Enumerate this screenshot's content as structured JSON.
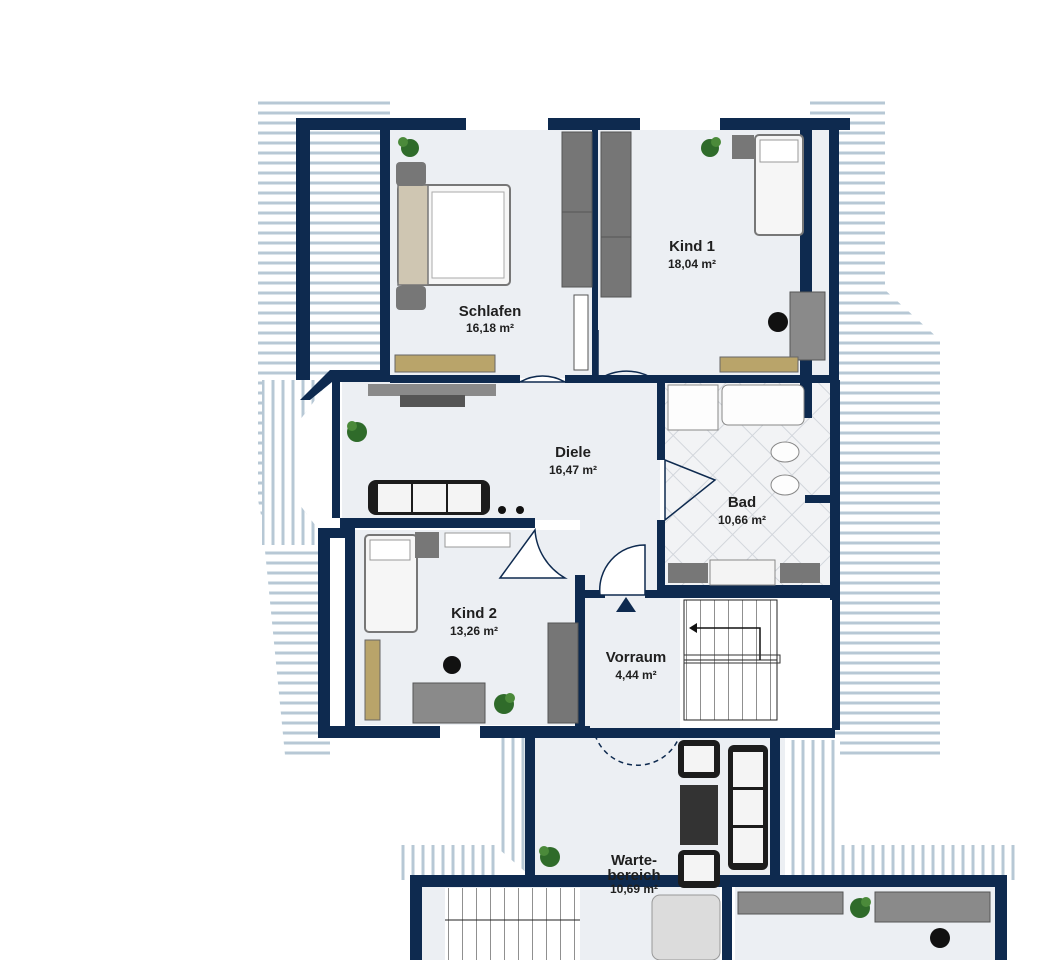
{
  "colors": {
    "wall": "#0e2a4f",
    "floor": "#eceff3",
    "roof_line": "#b9c9d6",
    "furniture": "#6f6f6f",
    "furniture_light": "#f4f4f4",
    "plant": "#2f6b2a",
    "tile": "#d9dde2"
  },
  "rooms": {
    "schlafen": {
      "name": "Schlafen",
      "area": "16,18 m²"
    },
    "kind1": {
      "name": "Kind 1",
      "area": "18,04 m²"
    },
    "diele": {
      "name": "Diele",
      "area": "16,47 m²"
    },
    "bad": {
      "name": "Bad",
      "area": "10,66 m²"
    },
    "kind2": {
      "name": "Kind 2",
      "area": "13,26 m²"
    },
    "vorraum": {
      "name": "Vorraum",
      "area": "4,44 m²"
    },
    "warte": {
      "name_line1": "Warte-",
      "name_line2": "bereich",
      "area": "10,69 m²"
    }
  },
  "icons": {
    "entry_arrow": "north-arrow-icon",
    "plant": "plant-icon"
  }
}
